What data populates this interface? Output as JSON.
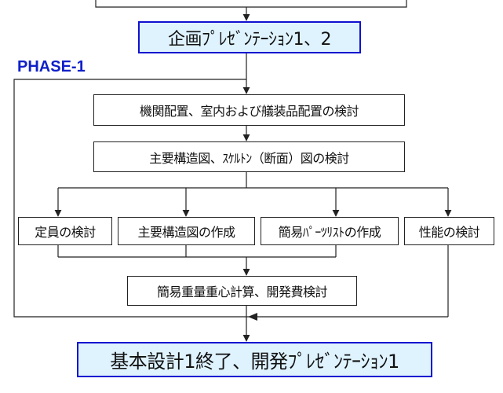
{
  "phase_label": "PHASE-1",
  "boxes": {
    "kikaku": "企画ﾌﾟﾚｾﾞﾝﾃｰｼｮﾝ1、2",
    "kikan": "機関配置、室内および艤装品配置の検討",
    "shuyou": "主要構造図、ｽｹﾙﾄﾝ（断面）図の検討",
    "teiin": "定員の検討",
    "shuyou_sakusei": "主要構造図の作成",
    "parts": "簡易ﾊﾟｰﾂﾘｽﾄの作成",
    "seinou": "性能の検討",
    "juryou": "簡易重量重心計算、開発費検討",
    "kihon": "基本設計1終了、開発ﾌﾟﾚｾﾞﾝﾃｰｼｮﾝ1"
  },
  "colors": {
    "highlight_fill": "#dff3ff",
    "highlight_border": "#1010d0",
    "phase_label": "#1020c8",
    "line": "#222222"
  }
}
